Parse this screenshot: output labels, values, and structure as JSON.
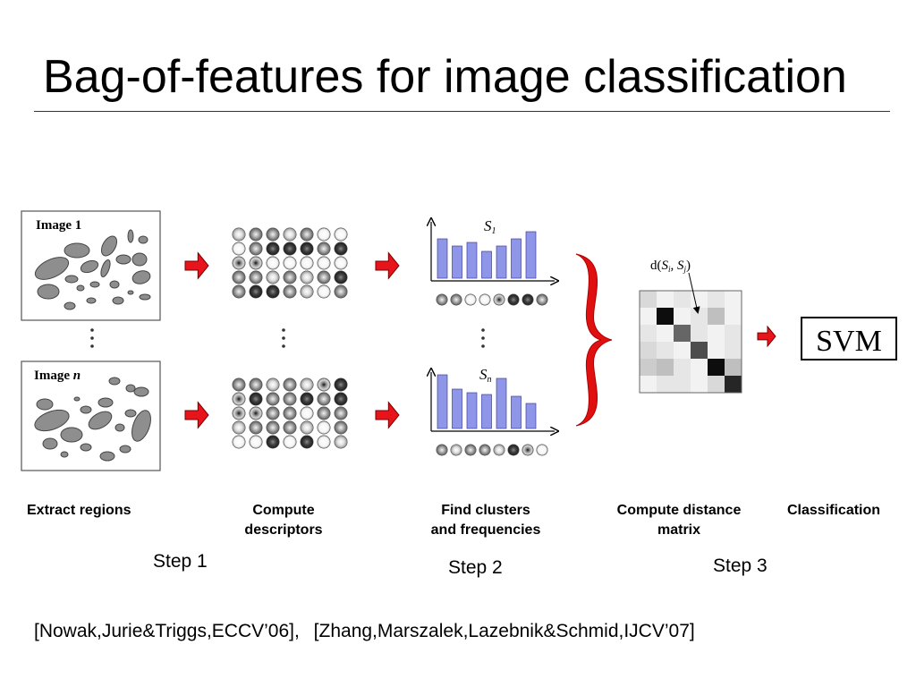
{
  "title": "Bag-of-features for image classification",
  "diagram": {
    "image_1_label": "Image 1",
    "image_n_label_prefix": "Image",
    "image_n_label_var": "n",
    "histogram_1_label": "S",
    "histogram_1_subscript": "1",
    "histogram_n_label": "S",
    "histogram_n_subscript": "n",
    "distance_label_prefix": "d(",
    "distance_label_si": "S",
    "distance_label_i": "i",
    "distance_label_sj": "S",
    "distance_label_j": "j",
    "distance_label_suffix": ")",
    "svm_label": "SVM",
    "arrow_color": "#e8141c",
    "brace_color": "#e01010",
    "bar_color": "#8f96e8"
  },
  "captions": {
    "extract_regions": "Extract regions",
    "compute_descriptors_1": "Compute",
    "compute_descriptors_2": "descriptors",
    "find_clusters_1": "Find clusters",
    "find_clusters_2": "and frequencies",
    "compute_distance_1": "Compute distance",
    "compute_distance_2": "matrix",
    "classification": "Classification"
  },
  "steps": {
    "step1": "Step 1",
    "step2": "Step 2",
    "step3": "Step 3"
  },
  "citations": {
    "first": "[Nowak,Jurie&Triggs,ECCV’06],",
    "second": "[Zhang,Marszalek,Lazebnik&Schmid,IJCV’07]"
  }
}
